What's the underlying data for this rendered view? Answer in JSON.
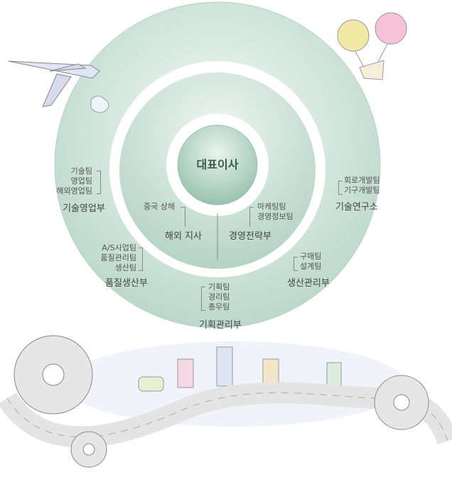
{
  "ceo": "대표이사",
  "departments": [
    {
      "name": "기술영업부",
      "teams": [
        "기술팀",
        "영업팀",
        "해외영업팀"
      ]
    },
    {
      "name": "품질생산부",
      "teams": [
        "A/S사업팀",
        "품질관리팀",
        "생산팀"
      ]
    },
    {
      "name": "기획관리부",
      "teams": [
        "기획팀",
        "경리팀",
        "총무팀"
      ]
    },
    {
      "name": "생산관리부",
      "teams": [
        "구매팀",
        "설계팀"
      ]
    },
    {
      "name": "기술연구소",
      "teams": [
        "회로개발팀",
        "기구개발팀"
      ]
    },
    {
      "name": "해외 지사",
      "teams": [
        "중국 상해"
      ]
    },
    {
      "name": "경영전략부",
      "teams": [
        "마케팅팀",
        "경영정보팀"
      ]
    }
  ],
  "colors": {
    "outer": "#cfe3d9",
    "inner": "#c6ddd1",
    "core": "#a8cbb9",
    "text": "#444444"
  }
}
